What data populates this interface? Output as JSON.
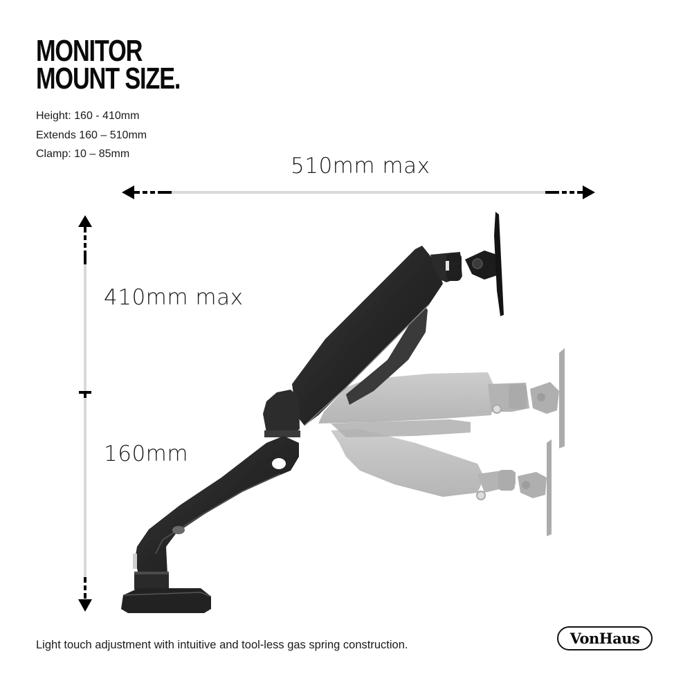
{
  "title": {
    "line1": "MONITOR",
    "line2": "MOUNT SIZE."
  },
  "specs": {
    "height": "Height: 160 - 410mm",
    "extends": "Extends 160 – 510mm",
    "clamp": "Clamp: 10 – 85mm"
  },
  "dimensions": {
    "width_label": "510mm max",
    "height_max_label": "410mm max",
    "height_min_label": "160mm"
  },
  "caption": "Light touch adjustment with intuitive and tool-less gas spring construction.",
  "brand": {
    "logo_text": "VonHaus"
  },
  "colors": {
    "guide_line": "#d9d9d9",
    "arrow": "#000000",
    "arm_dark": "#2b2b2b",
    "arm_ghost": "#b4b4b4"
  },
  "icons": {
    "left_arrow": "arrow-left-icon",
    "right_arrow": "arrow-right-icon",
    "up_arrow": "arrow-up-icon",
    "down_arrow": "arrow-down-icon"
  }
}
